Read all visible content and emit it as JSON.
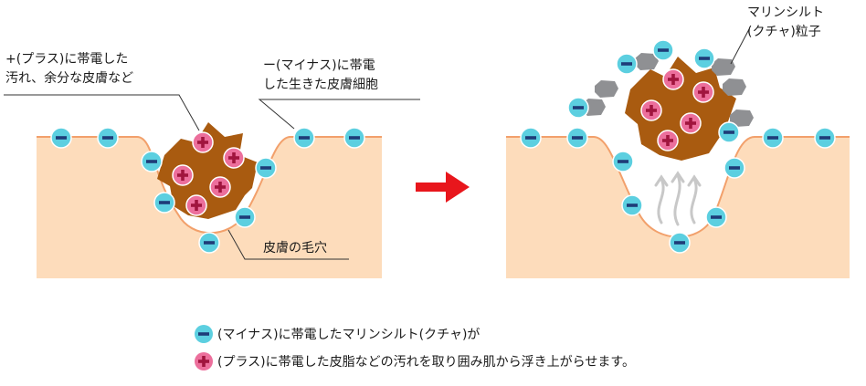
{
  "labels": {
    "plus_charged_line1": "+(プラス)に帯電した",
    "plus_charged_line2": "汚れ、余分な皮膚など",
    "minus_charged_line1": "ー(マイナス)に帯電",
    "minus_charged_line2": "した生きた皮膚細胞",
    "pore": "皮膚の毛穴",
    "marine_silt_line1": "マリンシルト",
    "marine_silt_line2": "(クチャ)粒子"
  },
  "legend": {
    "minus_text": "(マイナス)に帯電したマリンシルト(クチャ)が",
    "plus_text": "(プラス)に帯電した皮脂などの汚れを取り囲み肌から浮き上がらせます。"
  },
  "colors": {
    "skin": "#fddcbb",
    "skin_edge": "#f2a06b",
    "dirt": "#a95b10",
    "minus_ion": "#5ccfe0",
    "plus_ion": "#ec6f9c",
    "silt": "#8f9093",
    "arrow": "#e8161c",
    "rise_arrows": "#c8c8c8"
  },
  "icons": {
    "minus": "minus-ion-icon",
    "plus": "plus-ion-icon",
    "arrow": "right-arrow-icon"
  }
}
